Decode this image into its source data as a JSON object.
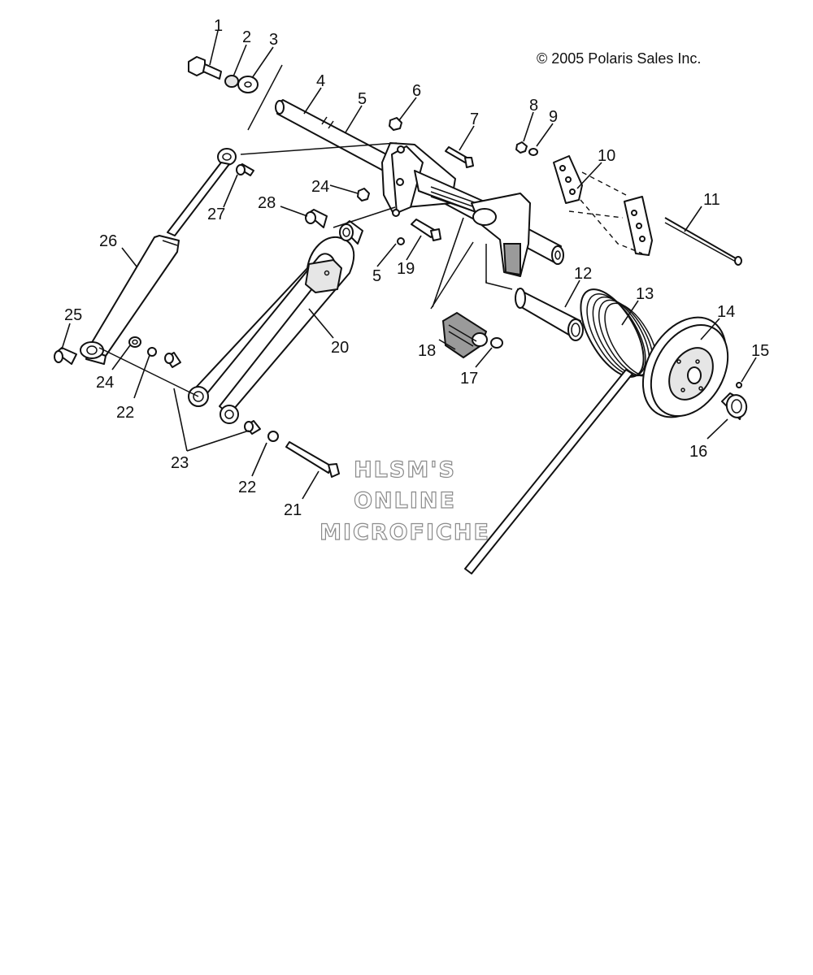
{
  "copyright": "© 2005 Polaris Sales Inc.",
  "watermark": {
    "line1": "HLSM'S",
    "line2": "ONLINE",
    "line3": "MICROFICHE"
  },
  "callouts": {
    "c1": "1",
    "c2": "2",
    "c3": "3",
    "c4": "4",
    "c5a": "5",
    "c5b": "5",
    "c6": "6",
    "c7": "7",
    "c8": "8",
    "c9": "9",
    "c10": "10",
    "c11": "11",
    "c12": "12",
    "c13": "13",
    "c14": "14",
    "c15": "15",
    "c16": "16",
    "c17": "17",
    "c18": "18",
    "c19": "19",
    "c20": "20",
    "c21": "21",
    "c22a": "22",
    "c22b": "22",
    "c23": "23",
    "c24a": "24",
    "c24b": "24",
    "c25": "25",
    "c26": "26",
    "c27": "27",
    "c28": "28"
  },
  "colors": {
    "line": "#111111",
    "watermark_stroke": "#8a8a8a",
    "background": "#ffffff"
  }
}
